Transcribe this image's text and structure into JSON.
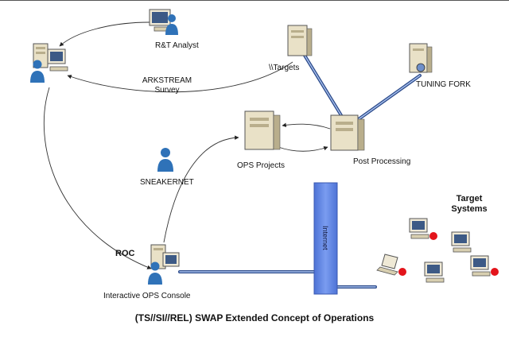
{
  "title": "(TS//SI//REL) SWAP Extended Concept of Operations",
  "nodes": {
    "rt_analyst": "R&T Analyst",
    "targets": "\\\\Targets",
    "tuning_fork": "TUNING FORK",
    "arkstream": "ARKSTREAM\nSurvey",
    "post_processing": "Post Processing",
    "ops_projects": "OPS Projects",
    "sneakernet": "SNEAKERNET",
    "roc": "ROC",
    "interactive_console": "Interactive OPS Console",
    "internet": "Internet",
    "target_systems": "Target\nSystems"
  },
  "colors": {
    "server_body": "#e9e1c7",
    "server_shade": "#b9ae8c",
    "person": "#2f72b8",
    "internet_bar": "#5f86e6",
    "link_line": "#2b4a8a",
    "target_dot": "#e3141b"
  },
  "icons": [
    "computer-icon",
    "person-icon",
    "server-icon",
    "laptop-icon"
  ]
}
